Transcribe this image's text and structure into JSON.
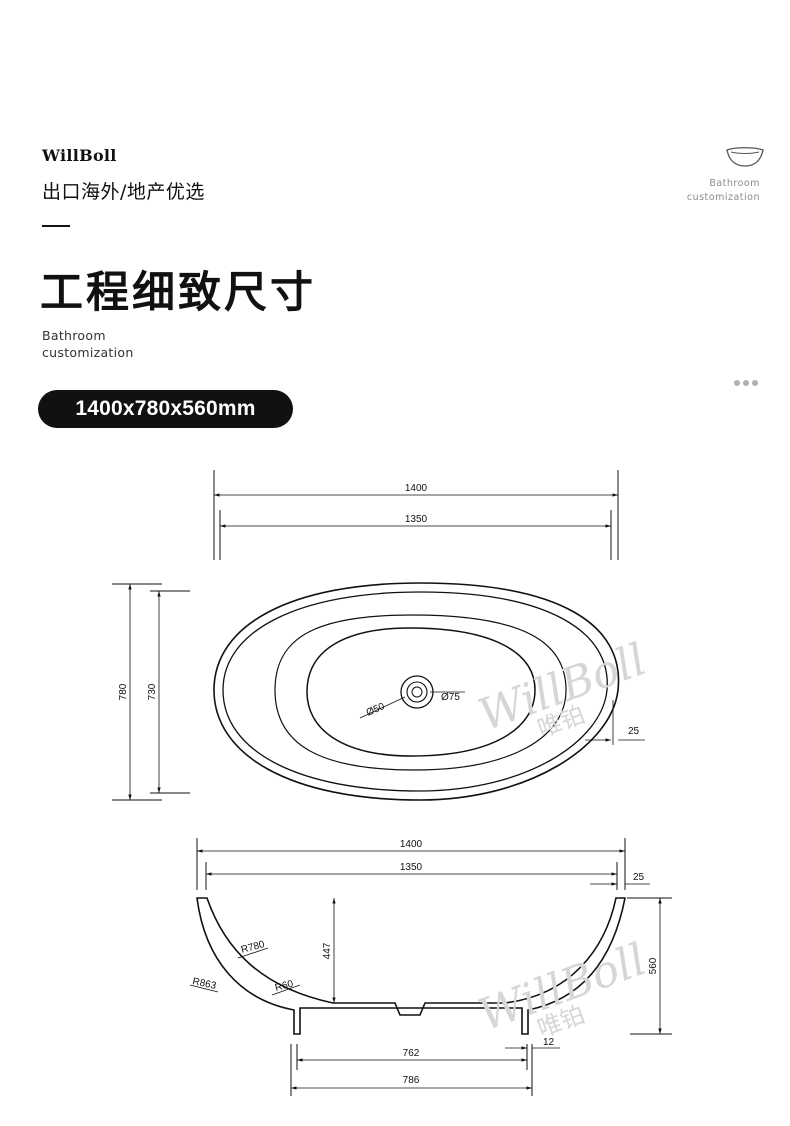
{
  "header": {
    "brand": "WillBoll",
    "tagline": "出口海外/地产优选",
    "title": "工程细致尺寸",
    "subtitle_line1": "Bathroom",
    "subtitle_line2": "customization"
  },
  "corner": {
    "icon": "bathtub-icon",
    "line1": "Bathroom",
    "line2": "customization"
  },
  "size_badge": "1400x780x560mm",
  "watermark": {
    "latin": "WillBoll",
    "cn": "唯铂"
  },
  "top_view": {
    "dims": {
      "overall_length": "1400",
      "inner_length": "1350",
      "overall_width": "780",
      "inner_width": "730",
      "rim": "25",
      "drain_inner": "Ø50",
      "drain_outer": "Ø75"
    }
  },
  "side_view": {
    "dims": {
      "overall_length": "1400",
      "inner_length": "1350",
      "rim": "25",
      "inner_depth": "447",
      "overall_height": "560",
      "radius_inner": "R780",
      "radius_outer": "R863",
      "radius_bottom": "R60",
      "base_inner": "762",
      "base_outer": "786",
      "base_offset": "12"
    }
  },
  "colors": {
    "ink": "#111111",
    "watermark": "#d6d6d6",
    "muted": "#8a8a8a"
  }
}
